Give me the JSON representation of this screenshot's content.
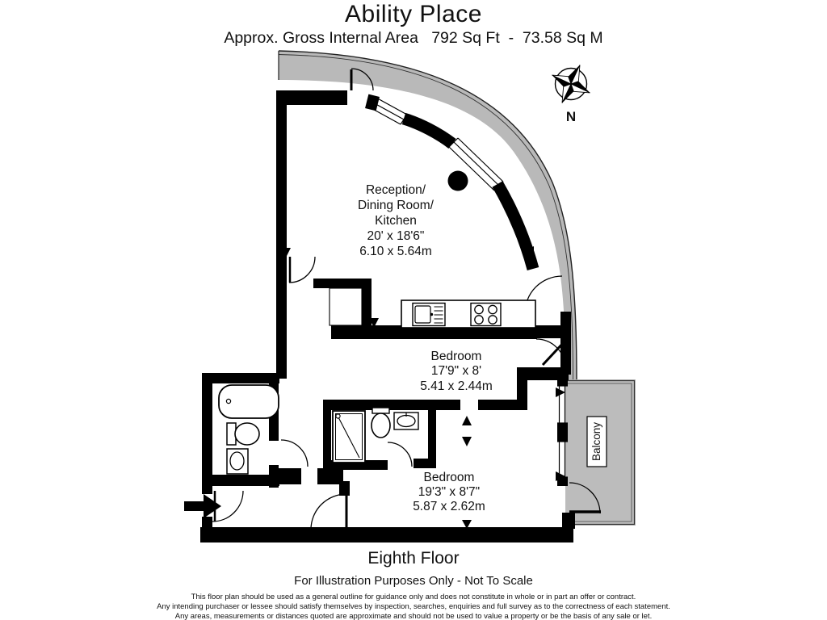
{
  "header": {
    "title": "Ability Place",
    "subtitle": "Approx. Gross Internal Area   792 Sq Ft  -  73.58 Sq M"
  },
  "compass": {
    "north_label": "N"
  },
  "rooms": {
    "reception": {
      "line1": "Reception/",
      "line2": "Dining Room/",
      "line3": "Kitchen",
      "imperial": "20' x 18'6\"",
      "metric": "6.10 x 5.64m"
    },
    "bedroom1": {
      "name": "Bedroom",
      "imperial": "17'9\" x 8'",
      "metric": "5.41 x 2.44m"
    },
    "bedroom2": {
      "name": "Bedroom",
      "imperial": "19'3\" x 8'7\"",
      "metric": "5.87 x 2.62m"
    },
    "balcony": {
      "name": "Balcony"
    }
  },
  "fixtures": [
    "bathtub-icon",
    "toilet-icon",
    "washbasin-icon",
    "shower-icon",
    "kitchen-sink-icon",
    "hob-icon",
    "entrance-arrow-icon",
    "column-dot",
    "compass-rose-icon"
  ],
  "footer": {
    "floor": "Eighth Floor",
    "note": "For Illustration Purposes Only - Not To Scale",
    "disclaimer": [
      "This floor plan should be used as a general outline for guidance only and does not constitute in whole or in part an offer or contract.",
      "Any intending purchaser or lessee should satisfy themselves by inspection, searches, enquiries and full survey as to the correctness of each statement.",
      "Any areas, measurements or distances quoted are approximate and should not be used to value a property or be the basis of any sale or let."
    ]
  },
  "colors": {
    "wall": "#000000",
    "terrace_band": "#b9b9b9",
    "balcony_fill": "#bcbcbc",
    "text": "#111111"
  }
}
